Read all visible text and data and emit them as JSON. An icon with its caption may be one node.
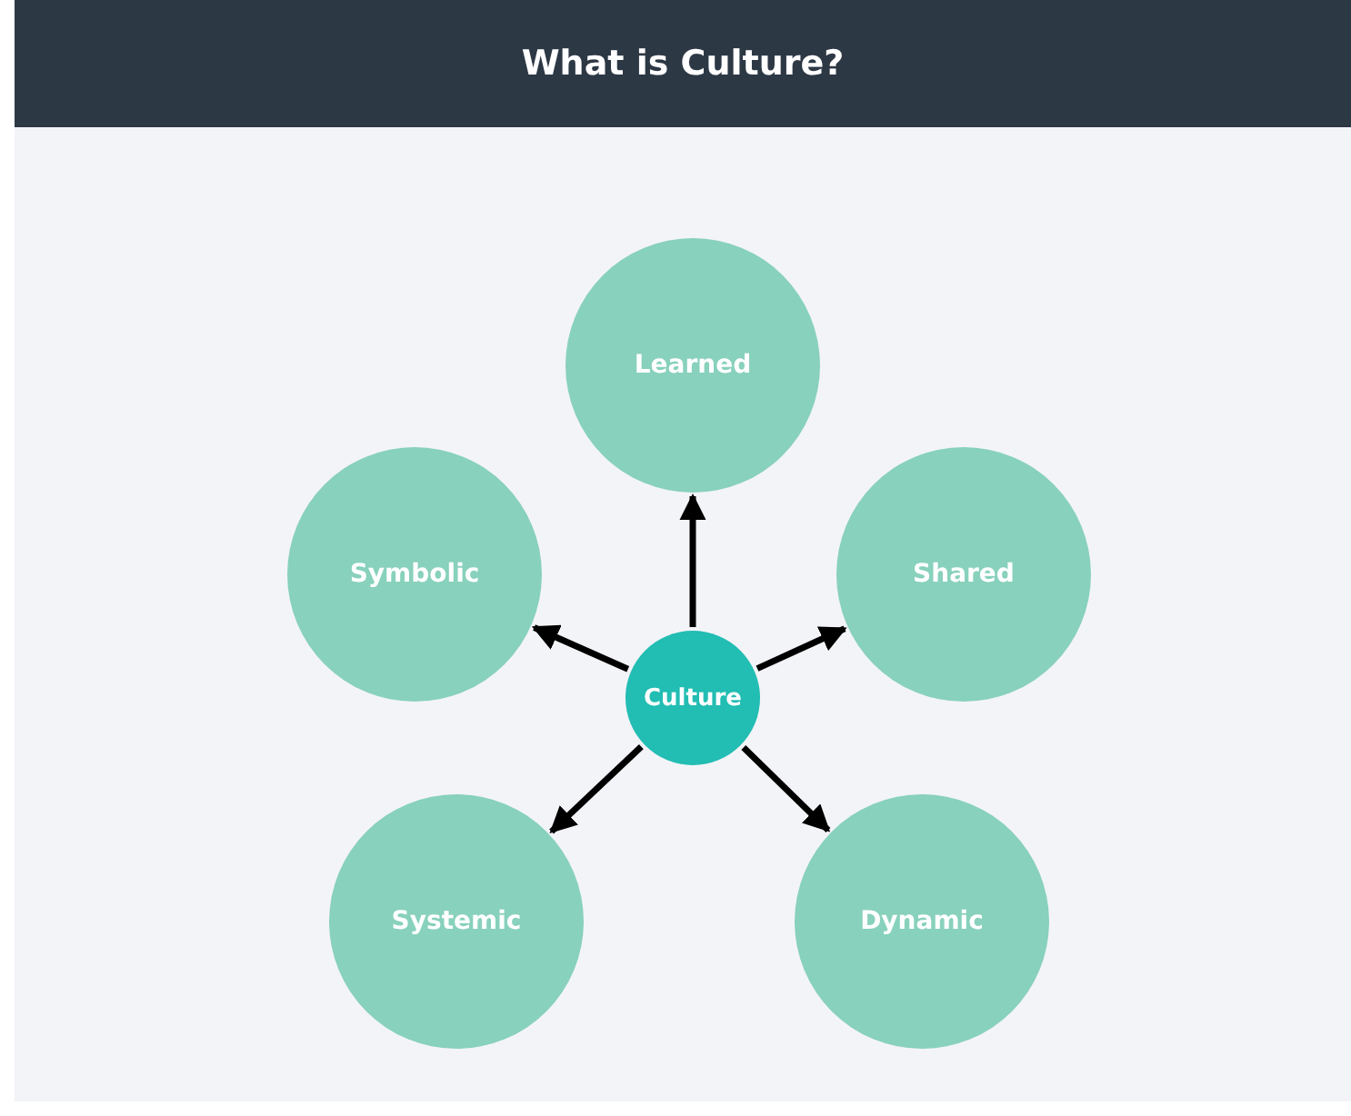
{
  "diagram": {
    "title": "What is Culture?",
    "nodes": [
      {
        "text": [
          "Learned"
        ]
      },
      {
        "text": [
          "Symbolic"
        ]
      },
      {
        "text": [
          "Shared"
        ]
      },
      {
        "text": [
          "Culture"
        ]
      },
      {
        "text": [
          "Systemic"
        ]
      },
      {
        "text": [
          "Dynamic"
        ]
      }
    ],
    "edges": [
      {
        "from": 3,
        "to": 0,
        "arrow": "to"
      },
      {
        "from": 3,
        "to": 1,
        "arrow": "to"
      },
      {
        "from": 3,
        "to": 2,
        "arrow": "to"
      },
      {
        "from": 3,
        "to": 4,
        "arrow": "to"
      },
      {
        "from": 3,
        "to": 5,
        "arrow": "to"
      }
    ]
  }
}
